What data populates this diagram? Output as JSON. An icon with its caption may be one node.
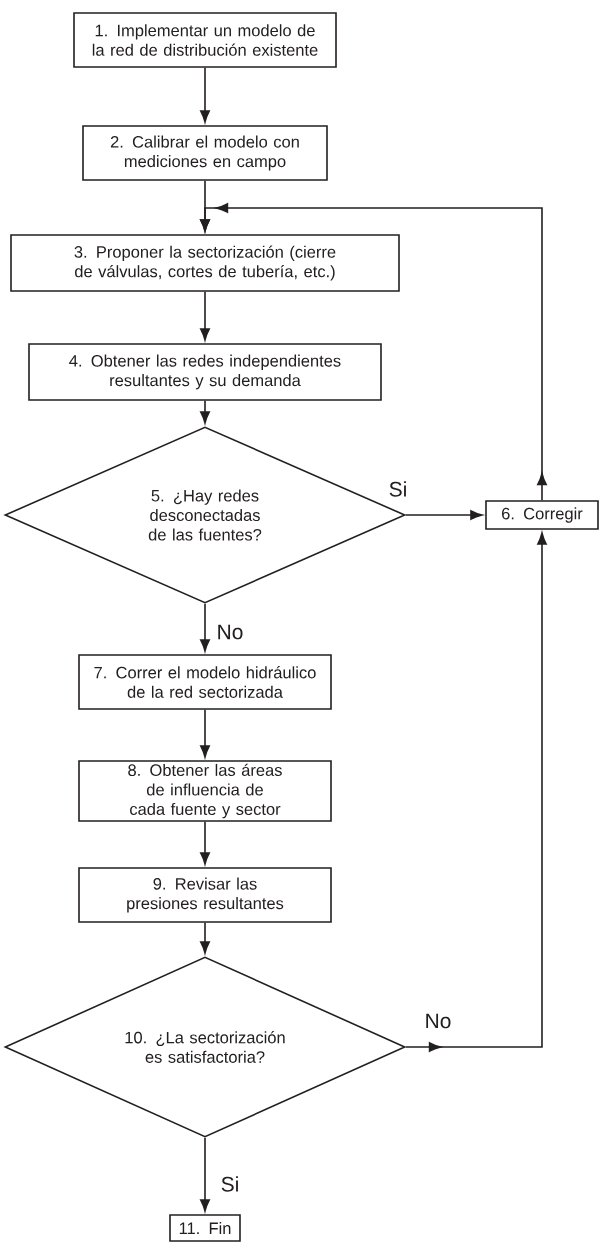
{
  "diagram": {
    "nodes": [
      {
        "text": [
          "1. Implementar un modelo de la red de distribución existente"
        ]
      },
      {
        "text": [
          "2. Calibrar el modelo con mediciones en campo"
        ]
      },
      {
        "text": [
          "3. Proponer la sectorización (cierre de válvulas, cortes de tubería, etc.)"
        ]
      },
      {
        "text": [
          "4. Obtener las redes independientes resultantes y su demanda"
        ]
      },
      {
        "text": [
          "5. ¿Hay redes desconectadas de las fuentes?"
        ]
      },
      {
        "text": [
          "6. Corregir"
        ]
      },
      {
        "text": [
          "7. Correr el modelo hidráulico de la red sectorizada"
        ]
      },
      {
        "text": [
          "8. Obtener las áreas de influencia de cada fuente y sector"
        ]
      },
      {
        "text": [
          "9. Revisar las presiones resultantes"
        ]
      },
      {
        "text": [
          "10. ¿La sectorización es satisfactoria?"
        ]
      },
      {
        "text": [
          "11. Fin"
        ]
      }
    ],
    "edges": [
      {
        "from": 0,
        "to": 1,
        "arrow": "to"
      },
      {
        "from": 1,
        "to": 2,
        "arrow": "to"
      },
      {
        "from": 2,
        "to": 3,
        "arrow": "to"
      },
      {
        "from": 3,
        "to": 4,
        "arrow": "to"
      },
      {
        "from": 4,
        "to": 5,
        "arrow": "to",
        "label": "Si"
      },
      {
        "from": 4,
        "to": 6,
        "arrow": "to",
        "label": "No"
      },
      {
        "from": 5,
        "to": 2,
        "arrow": "to"
      },
      {
        "from": 6,
        "to": 7,
        "arrow": "to"
      },
      {
        "from": 7,
        "to": 8,
        "arrow": "to"
      },
      {
        "from": 8,
        "to": 9,
        "arrow": "to"
      },
      {
        "from": 9,
        "to": 5,
        "arrow": "to",
        "label": "No"
      },
      {
        "from": 9,
        "to": 10,
        "arrow": "to",
        "label": "Si"
      }
    ]
  }
}
